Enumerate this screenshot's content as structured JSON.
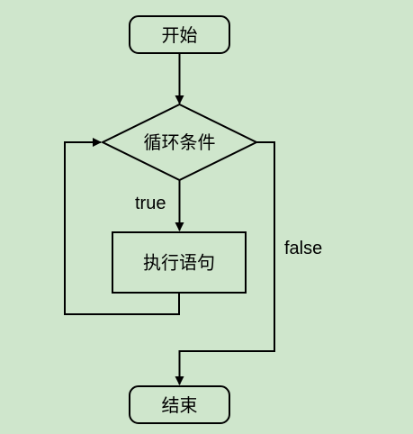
{
  "flowchart": {
    "start_label": "开始",
    "condition_label": "循环条件",
    "statement_label": "执行语句",
    "end_label": "结束",
    "true_label": "true",
    "false_label": "false"
  },
  "colors": {
    "background": "#cfe6cc",
    "stroke": "#000000",
    "text": "#000000"
  }
}
